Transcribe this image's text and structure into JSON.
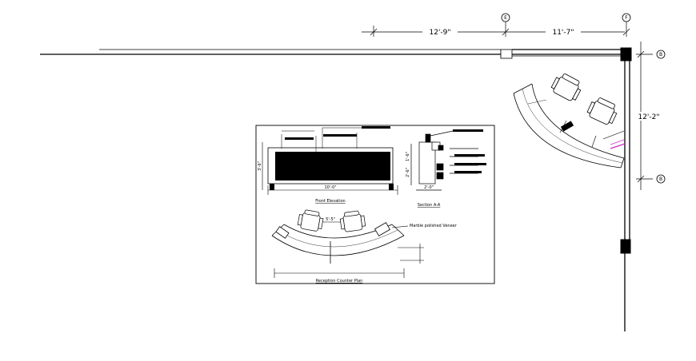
{
  "plan": {
    "grid_labels": {
      "e": "E",
      "f": "F",
      "r1": "B",
      "r2": "B"
    },
    "dimensions": {
      "d1": "12'-9\"",
      "d2": "11'-7\"",
      "d3": "12'-2\""
    }
  },
  "detail": {
    "front_title": "Front Elevation",
    "section_title": "Section A-A",
    "counter_title": "Reception Counter Plan",
    "callout": "Marble polished Veneer",
    "counter_width": "5'-5\"",
    "front_width": "10'-0\"",
    "front_height": "3'-6\"",
    "section_upper": "1'-6\"",
    "section_lower": "2'-6\"",
    "section_width": "2'-0\""
  },
  "colors": {
    "line": "#000000",
    "accent": "#cc33cc"
  }
}
